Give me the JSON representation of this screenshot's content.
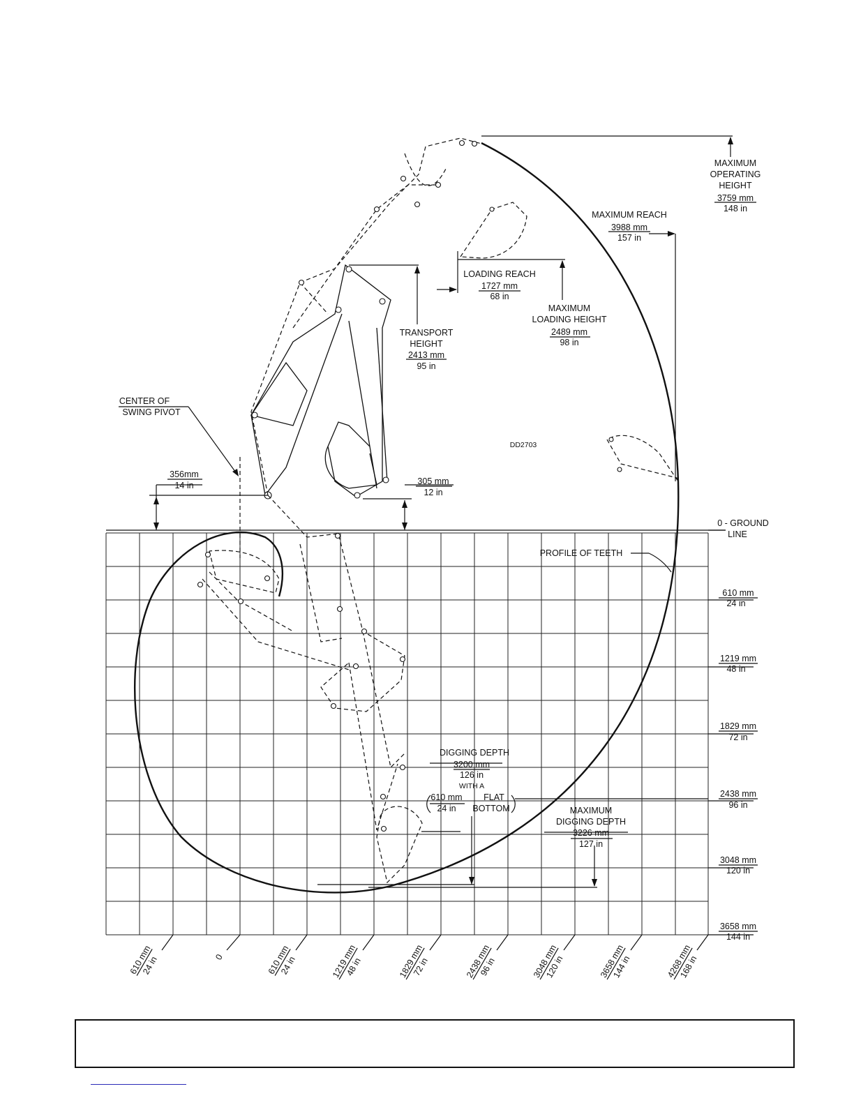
{
  "labels": {
    "max_operating_height": {
      "line1": "MAXIMUM",
      "line2": "OPERATING",
      "line3": "HEIGHT",
      "mm": "3759 mm",
      "in": "148 in"
    },
    "max_reach": {
      "title": "MAXIMUM REACH",
      "mm": "3988 mm",
      "in": "157 in"
    },
    "loading_reach": {
      "title": "LOADING REACH",
      "mm": "1727 mm",
      "in": "68 in"
    },
    "max_loading_height": {
      "line1": "MAXIMUM",
      "line2": "LOADING HEIGHT",
      "mm": "2489 mm",
      "in": "98 in"
    },
    "transport_height": {
      "line1": "TRANSPORT",
      "line2": "HEIGHT",
      "mm": "2413 mm",
      "in": "95 in"
    },
    "center_swing_pivot": {
      "line1": "CENTER OF",
      "line2": "SWING PIVOT"
    },
    "pivot_offset": {
      "mm": "356mm",
      "in": "14 in"
    },
    "ground_clearance": {
      "mm": "305 mm",
      "in": "12 in"
    },
    "drawing_code": "DD2703",
    "ground_line": {
      "line1": "0 - GROUND",
      "line2": "LINE"
    },
    "profile_of_teeth": "PROFILE OF TEETH",
    "digging_depth": {
      "title": "DIGGING DEPTH",
      "mm": "3200 mm",
      "in": "126 in",
      "with": "WITH A",
      "flat_mm": "610 mm",
      "flat_in": "24 in",
      "flat": "FLAT",
      "bottom": "BOTTOM"
    },
    "max_digging_depth": {
      "line1": "MAXIMUM",
      "line2": "DIGGING DEPTH",
      "mm": "3226 mm",
      "in": "127 in"
    }
  },
  "depth_scale": [
    {
      "mm": "610 mm",
      "in": "24 in"
    },
    {
      "mm": "1219 mm",
      "in": "48 in"
    },
    {
      "mm": "1829 mm",
      "in": "72 in"
    },
    {
      "mm": "2438 mm",
      "in": "96 in"
    },
    {
      "mm": "3048 mm",
      "in": "120 in"
    },
    {
      "mm": "3658 mm",
      "in": "144 in"
    }
  ],
  "horizontal_scale": [
    {
      "mm": "610 mm",
      "in": "24 in"
    },
    {
      "mm": "0",
      "in": ""
    },
    {
      "mm": "610 mm",
      "in": "24 in"
    },
    {
      "mm": "1219 mm",
      "in": "48 in"
    },
    {
      "mm": "1829 mm",
      "in": "72 in"
    },
    {
      "mm": "2438 mm",
      "in": "96 in"
    },
    {
      "mm": "3048 mm",
      "in": "120 in"
    },
    {
      "mm": "3658 mm",
      "in": "144 in"
    },
    {
      "mm": "4268 mm",
      "in": "168 in"
    }
  ]
}
